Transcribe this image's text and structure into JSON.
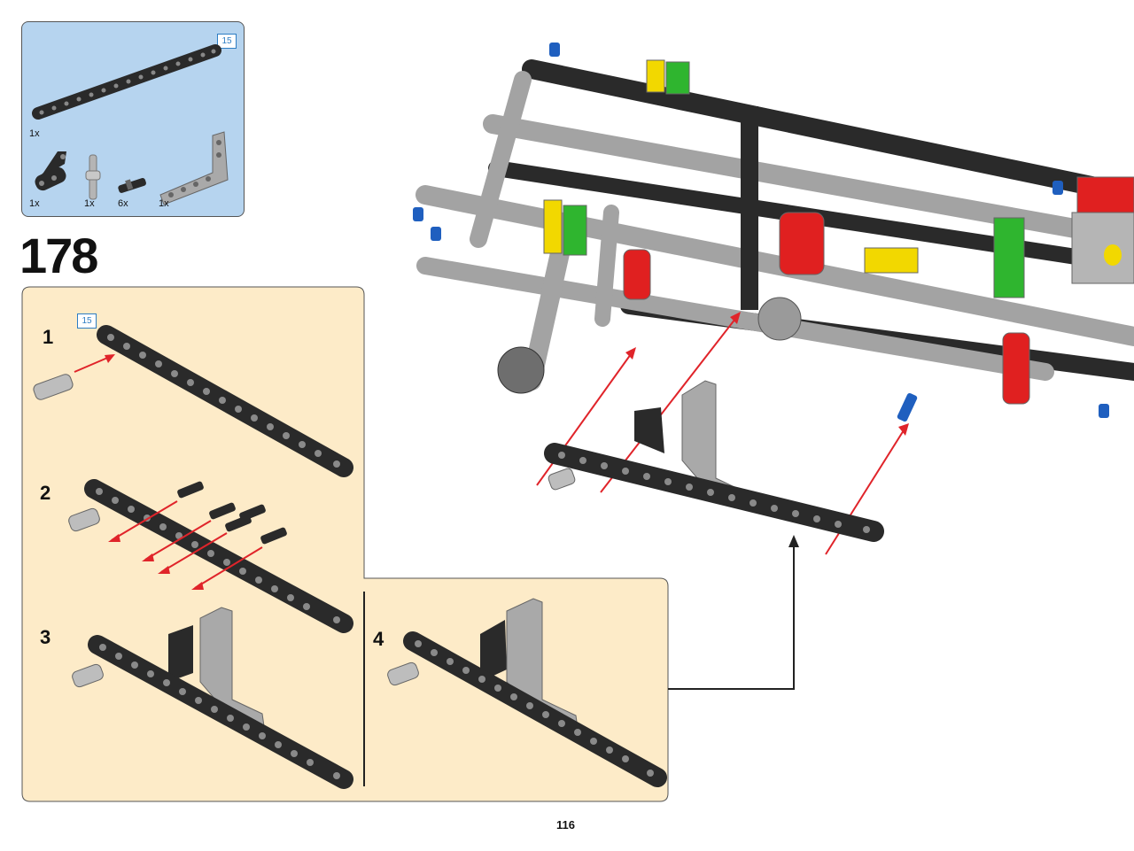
{
  "parts_list": {
    "beam_length_badge": "15",
    "items": [
      {
        "icon": "beam-15-icon",
        "qty": "1x"
      },
      {
        "icon": "triangle-beam-icon",
        "qty": "1x"
      },
      {
        "icon": "axle-pin-icon",
        "qty": "1x"
      },
      {
        "icon": "friction-pin-icon",
        "qty": "6x"
      },
      {
        "icon": "l-beam-icon",
        "qty": "1x"
      }
    ]
  },
  "step": {
    "number": "178"
  },
  "substeps": [
    {
      "label": "1",
      "badge": "15"
    },
    {
      "label": "2"
    },
    {
      "label": "3"
    },
    {
      "label": "4"
    }
  ],
  "page": {
    "number": "116"
  },
  "colors": {
    "parts_bg": "#b6d4ef",
    "substep_bg": "#fdebc8",
    "beam_dark": "#2a2a2a",
    "beam_light": "#a9a9a9",
    "arrow": "#e0242a"
  }
}
